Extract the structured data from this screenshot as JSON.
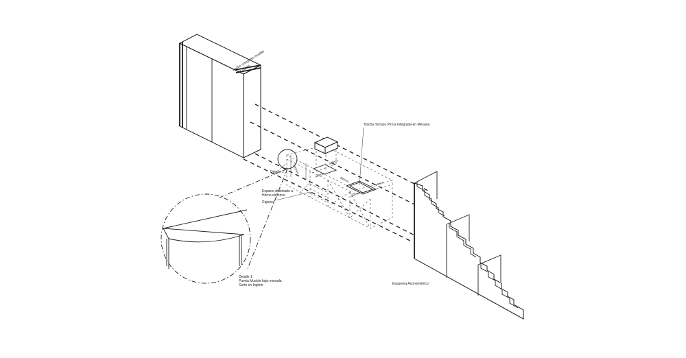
{
  "labels": {
    "ancho_line1": "Ancho completo mueble",
    "ancho_line2": "2,20mts",
    "bacha": "Bacha Terrazo Pirrux Integrada en Mesada",
    "detalle_ref": "Detalle 1",
    "espacio_line1": "Espacio destinado a",
    "espacio_line2": "Horno eléctrico",
    "cajones": "Cajones",
    "detalle_title1": "Detalle 1",
    "detalle_title2": "Puerta Mueble bajo mesada",
    "detalle_title3": "Corte en Inglete",
    "esquema": "Esquema Axonométrico"
  },
  "dimensions": {
    "d1": "600mm",
    "d2": "460mm",
    "d3": "320mm",
    "d4": "400mm",
    "d5": "350mm",
    "d6": "120mm"
  }
}
